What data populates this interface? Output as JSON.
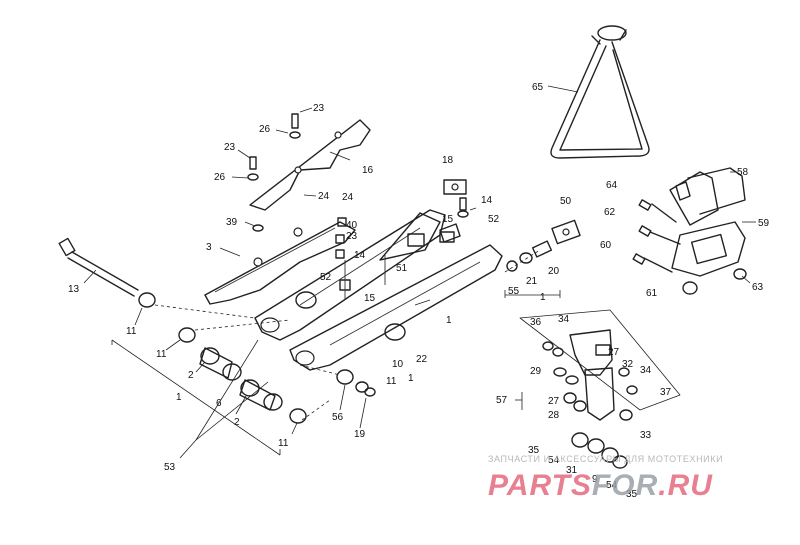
{
  "labels": {
    "l65": "65",
    "l23a": "23",
    "l26a": "26",
    "l23b": "23",
    "l26b": "26",
    "l16": "16",
    "l18": "18",
    "l24a": "24",
    "l24b": "24",
    "l40": "40",
    "l23c": "23",
    "l39": "39",
    "l14a": "14",
    "l15a": "15",
    "l52a": "52",
    "l50": "50",
    "l64": "64",
    "l58": "58",
    "l62": "62",
    "l59": "59",
    "l60": "60",
    "l61": "61",
    "l63": "63",
    "l3": "3",
    "l13": "13",
    "l14b": "14",
    "l51": "51",
    "l52b": "52",
    "l15b": "15",
    "l21": "21",
    "l20": "20",
    "l55": "55",
    "l1a": "1",
    "l1b": "1",
    "l11a": "11",
    "l11b": "11",
    "l2a": "2",
    "l6": "6",
    "l10": "10",
    "l22": "22",
    "l1c": "1",
    "l11c": "11",
    "l1d": "1",
    "l56": "56",
    "l19": "19",
    "l2b": "2",
    "l11d": "11",
    "l53": "53",
    "l36": "36",
    "l34a": "34",
    "l32": "32",
    "l27a": "27",
    "l34b": "34",
    "l29": "29",
    "l57": "57",
    "l37": "37",
    "l27b": "27",
    "l28": "28",
    "l33": "33",
    "l35a": "35",
    "l54a": "54",
    "l31": "31",
    "l9": "9",
    "l54b": "54",
    "l35b": "35"
  },
  "watermark": {
    "tagline": "ЗАПЧАСТИ И АКСЕССУАРЫ ДЛЯ МОТОТЕХНИКИ",
    "brand_red": "PARTS",
    "brand_grey": "FOR",
    "brand_tld": ".RU",
    "color_red": "#e46a7e",
    "color_grey": "#9aa0a6"
  }
}
